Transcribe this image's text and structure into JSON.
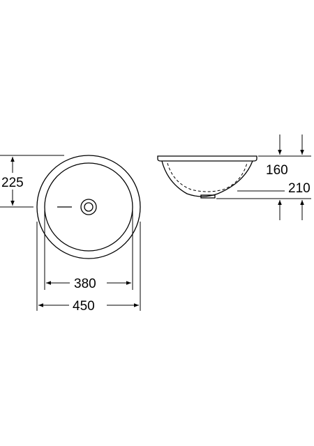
{
  "diagram": {
    "line_color": "#000000",
    "background": "#ffffff",
    "dimensions": {
      "half_depth": "225",
      "inner_diameter": "380",
      "outer_diameter": "450",
      "height_top": "160",
      "height_bottom": "210"
    }
  }
}
